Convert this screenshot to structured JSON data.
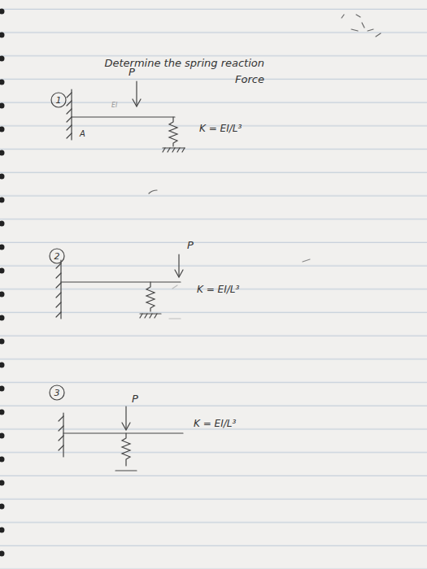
{
  "diagram": {
    "title": "Determine the spring reaction Force",
    "labels": [
      "1",
      "P",
      "EI",
      "A",
      "K = EI/L³",
      "2",
      "P",
      "K = EI/L³",
      "3",
      "P",
      "K = EI/L³"
    ]
  }
}
